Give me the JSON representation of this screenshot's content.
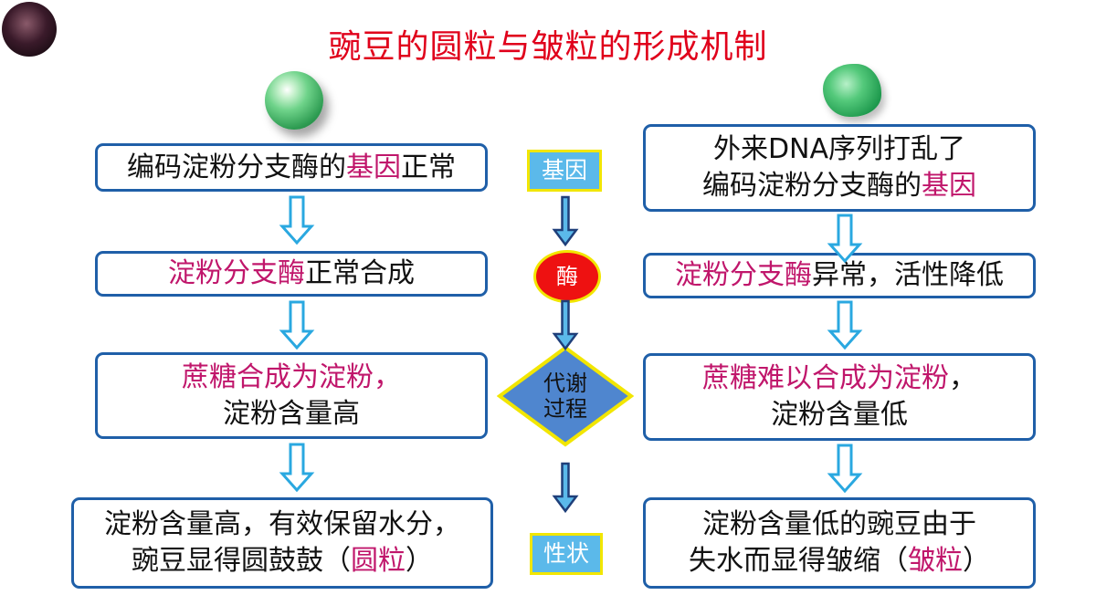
{
  "title": "豌豆的圆粒与皱粒的形成机制",
  "center": {
    "gene": "基因",
    "enzyme": "酶",
    "metabolism_line1": "代谢",
    "metabolism_line2": "过程",
    "trait": "性状"
  },
  "left": {
    "box1": {
      "highlight": "基因",
      "before": "编码淀粉分支酶的",
      "after": "正常"
    },
    "box2": {
      "highlight": "淀粉分支酶",
      "after": "正常合成"
    },
    "box3": {
      "line1": "蔗糖合成为淀粉，",
      "line2": "淀粉含量高"
    },
    "box4": {
      "line1": "淀粉含量高，有效保留水分，",
      "line2_before": "豌豆显得圆鼓鼓（",
      "line2_highlight": "圆粒",
      "line2_after": "）"
    }
  },
  "right": {
    "box1": {
      "line1": "外来DNA序列打乱了",
      "line2_before": "编码淀粉分支酶的",
      "line2_highlight": "基因"
    },
    "box2": {
      "highlight": "淀粉分支酶",
      "after": "异常，活性降低"
    },
    "box3": {
      "line1_highlight": "蔗糖难以合成为淀粉",
      "line1_after": "，",
      "line2": "淀粉含量低"
    },
    "box4": {
      "line1": "淀粉含量低的豌豆由于",
      "line2_before": "失水而显得皱缩（",
      "line2_highlight": "皱粒",
      "line2_after": "）"
    }
  },
  "colors": {
    "title": "#e0001b",
    "highlight": "#c0166b",
    "box_border": "#1f5fa8",
    "tag_fill": "#5bb9ea",
    "tag_border": "#f2e600",
    "enzyme_fill": "#ee1111",
    "diamond_fill": "#4f86cf",
    "hollow_arrow": "#2aa8e0",
    "center_arrow": "#1f5fa8"
  }
}
